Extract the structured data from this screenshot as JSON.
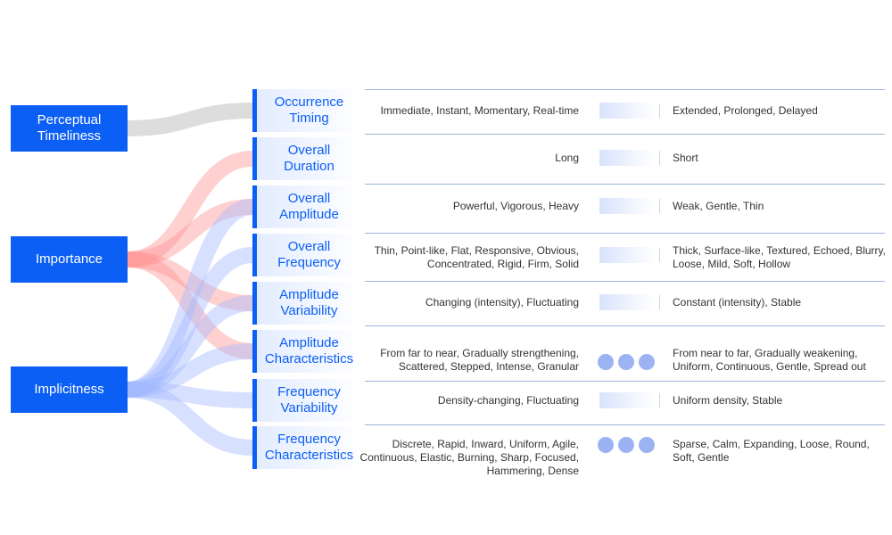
{
  "categories": [
    {
      "id": "timeliness",
      "label": "Perceptual\nTimeliness"
    },
    {
      "id": "importance",
      "label": "Importance"
    },
    {
      "id": "implicitness",
      "label": "Implicitness"
    }
  ],
  "dimensions": [
    {
      "label": "Occurrence Timing",
      "left": "Immediate, Instant, Momentary, Real-time",
      "right": "Extended, Prolonged, Delayed",
      "indicator": "gradient"
    },
    {
      "label": "Overall Duration",
      "left": "Long",
      "right": "Short",
      "indicator": "gradient"
    },
    {
      "label": "Overall Amplitude",
      "left": "Powerful, Vigorous, Heavy",
      "right": "Weak, Gentle, Thin",
      "indicator": "gradient"
    },
    {
      "label": "Overall Frequency",
      "left": "Thin, Point-like, Flat, Responsive, Obvious, Concentrated, Rigid, Firm, Solid",
      "right": "Thick, Surface-like, Textured, Echoed, Blurry, Loose, Mild, Soft, Hollow",
      "indicator": "gradient"
    },
    {
      "label": "Amplitude Variability",
      "left": "Changing (intensity), Fluctuating",
      "right": "Constant (intensity), Stable",
      "indicator": "gradient"
    },
    {
      "label": "Amplitude Characteristics",
      "left": "From far to near, Gradually strengthening, Scattered, Stepped, Intense, Granular",
      "right": "From near to far, Gradually weakening, Uniform, Continuous, Gentle, Spread out",
      "indicator": "dots"
    },
    {
      "label": "Frequency Variability",
      "left": "Density-changing, Fluctuating",
      "right": "Uniform density, Stable",
      "indicator": "gradient"
    },
    {
      "label": "Frequency Characteristics",
      "left": "Discrete, Rapid, Inward, Uniform, Agile, Continuous, Elastic, Burning, Sharp, Focused, Hammering, Dense",
      "right": "Sparse, Calm, Expanding, Loose, Round, Soft, Gentle",
      "indicator": "dots"
    }
  ],
  "links": [
    {
      "from": "timeliness",
      "to": 0,
      "color": "#d9d9d9"
    },
    {
      "from": "importance",
      "to": 1,
      "color": "#ff8f8f"
    },
    {
      "from": "importance",
      "to": 2,
      "color": "#ff8f8f"
    },
    {
      "from": "importance",
      "to": 4,
      "color": "#ff8f8f"
    },
    {
      "from": "importance",
      "to": 5,
      "color": "#ff8f8f"
    },
    {
      "from": "implicitness",
      "to": 2,
      "color": "#9fb7ff"
    },
    {
      "from": "implicitness",
      "to": 3,
      "color": "#9fb7ff"
    },
    {
      "from": "implicitness",
      "to": 4,
      "color": "#9fb7ff"
    },
    {
      "from": "implicitness",
      "to": 5,
      "color": "#9fb7ff"
    },
    {
      "from": "implicitness",
      "to": 6,
      "color": "#9fb7ff"
    },
    {
      "from": "implicitness",
      "to": 7,
      "color": "#9fb7ff"
    }
  ]
}
